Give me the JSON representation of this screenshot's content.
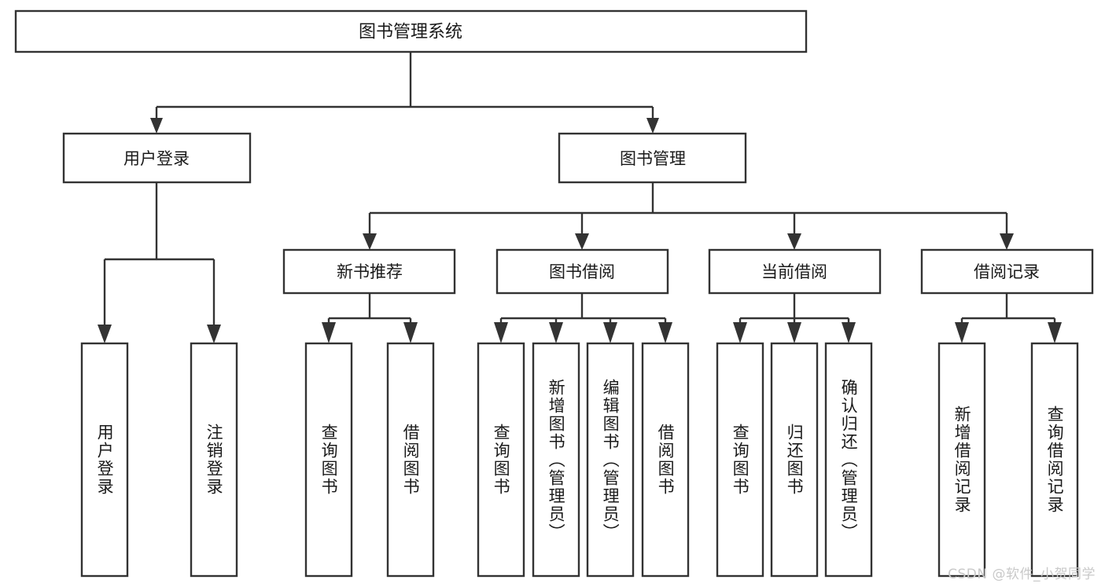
{
  "diagram": {
    "type": "tree",
    "title": "图书管理系统",
    "root": {
      "label": "图书管理系统",
      "name": "root-node"
    },
    "level1": [
      {
        "label": "用户登录",
        "name": "node-user-login"
      },
      {
        "label": "图书管理",
        "name": "node-book-management"
      }
    ],
    "level2": [
      {
        "label": "新书推荐",
        "name": "node-new-book-recommend"
      },
      {
        "label": "图书借阅",
        "name": "node-book-borrow"
      },
      {
        "label": "当前借阅",
        "name": "node-current-borrow"
      },
      {
        "label": "借阅记录",
        "name": "node-borrow-record"
      }
    ],
    "leaves": {
      "user_login": [
        {
          "label": "用户登录",
          "name": "leaf-user-login"
        },
        {
          "label": "注销登录",
          "name": "leaf-logout"
        }
      ],
      "new_book_recommend": [
        {
          "label": "查询图书",
          "name": "leaf-query-book-1"
        },
        {
          "label": "借阅图书",
          "name": "leaf-borrow-book-1"
        }
      ],
      "book_borrow": [
        {
          "label": "查询图书",
          "name": "leaf-query-book-2"
        },
        {
          "label": "新增图书（管理员）",
          "name": "leaf-add-book-admin"
        },
        {
          "label": "编辑图书（管理员）",
          "name": "leaf-edit-book-admin"
        },
        {
          "label": "借阅图书",
          "name": "leaf-borrow-book-2"
        }
      ],
      "current_borrow": [
        {
          "label": "查询图书",
          "name": "leaf-query-book-3"
        },
        {
          "label": "归还图书",
          "name": "leaf-return-book"
        },
        {
          "label": "确认归还（管理员）",
          "name": "leaf-confirm-return-admin"
        }
      ],
      "borrow_record": [
        {
          "label": "新增借阅记录",
          "name": "leaf-add-borrow-record"
        },
        {
          "label": "查询借阅记录",
          "name": "leaf-query-borrow-record"
        }
      ]
    },
    "colors": {
      "box_stroke": "#333333",
      "box_fill": "#ffffff",
      "text": "#1a1a1a",
      "connector": "#333333",
      "background": "#ffffff",
      "watermark": "#c9c9c9"
    }
  },
  "watermark": {
    "text": "CSDN @软件_小贺同学"
  }
}
